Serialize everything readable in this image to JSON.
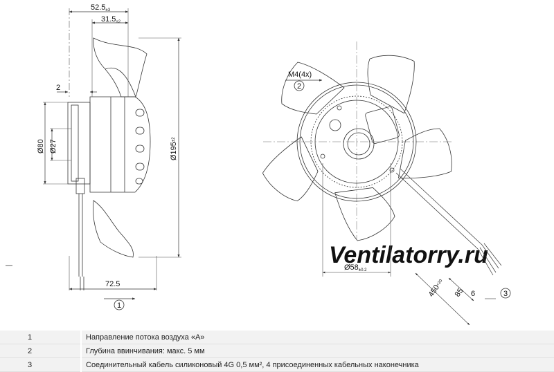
{
  "watermark": "Ventilatorry.ru",
  "dims": {
    "d_52_5": "52.5",
    "d_52_5_tol": "±3",
    "d_31_5": "31.5",
    "d_31_5_tol": "±2",
    "d_2": "2",
    "d_80": "Ø80",
    "d_27": "Ø27",
    "d_195": "Ø195",
    "d_195_tol": "±2",
    "d_72_5": "72.5",
    "d_m4": "M4(4x)",
    "d_58": "Ø58",
    "d_58_tol": "±0.2",
    "d_450": "450",
    "d_450_tol": "+20",
    "d_85": "85",
    "d_6": "6"
  },
  "callouts": {
    "c1": "1",
    "c2": "2",
    "c3": "3"
  },
  "legend": [
    {
      "num": "1",
      "text": "Направление потока воздуха «A»"
    },
    {
      "num": "2",
      "text": "Глубина ввинчивания: макс. 5 мм"
    },
    {
      "num": "3",
      "text": "Соединительный кабель силиконовый 4G 0,5 мм², 4 присоединенных кабельных наконечника"
    }
  ]
}
